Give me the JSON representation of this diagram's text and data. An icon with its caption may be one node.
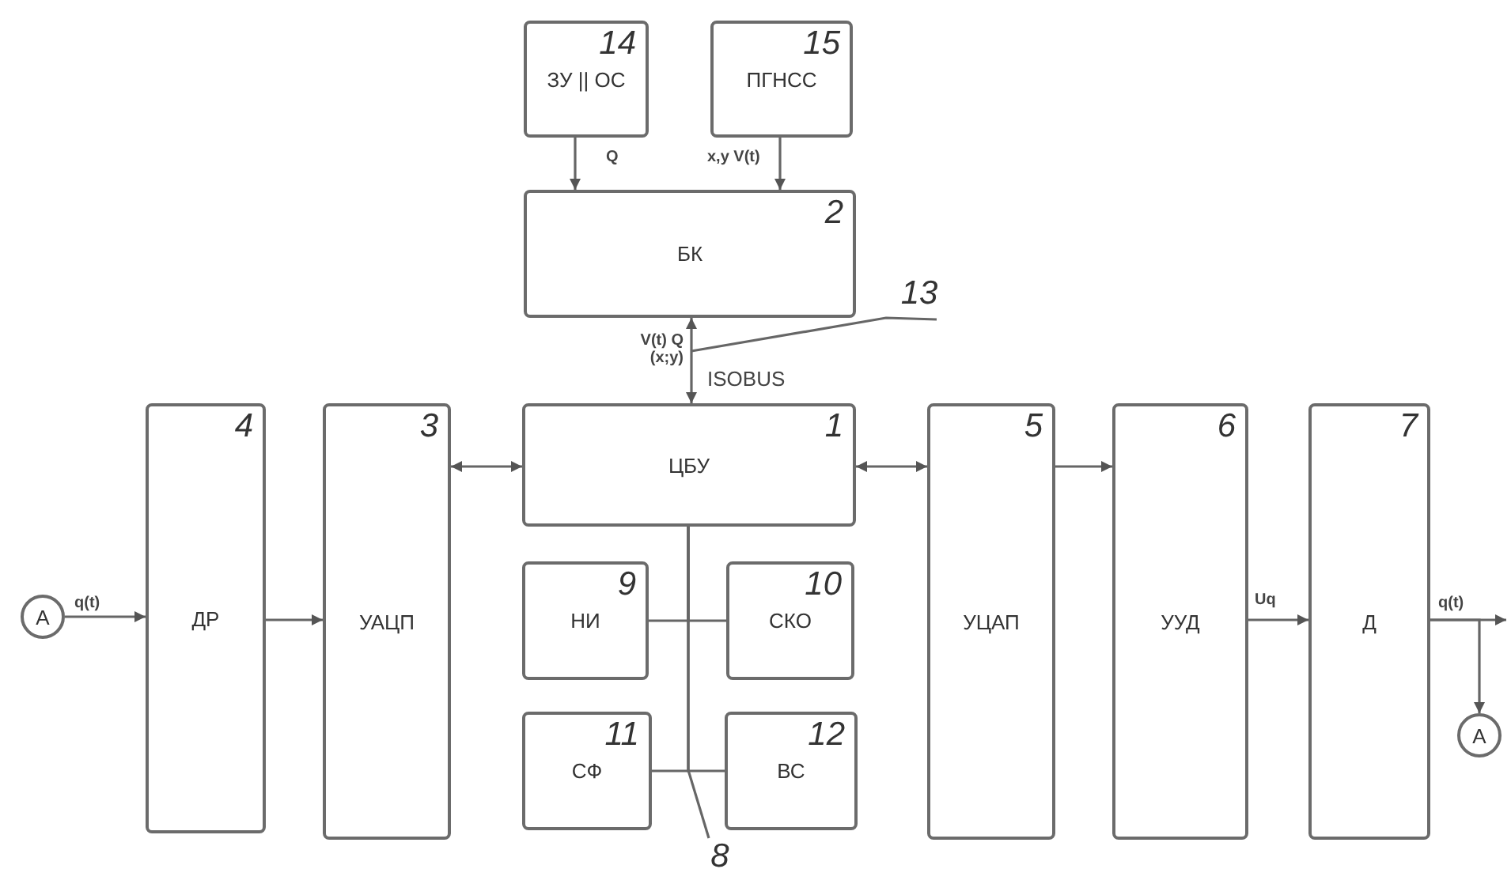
{
  "diagram": {
    "nodes": [
      {
        "text": [
          "14",
          "ЗУ || ОС"
        ]
      },
      {
        "text": [
          "15",
          "ПГНСС"
        ]
      },
      {
        "text": [
          "2",
          "БК"
        ]
      },
      {
        "text": [
          "A"
        ]
      },
      {
        "text": [
          "4",
          "ДР"
        ]
      },
      {
        "text": [
          "3",
          "УАЦП"
        ]
      },
      {
        "text": [
          "1",
          "ЦБУ"
        ]
      },
      {
        "text": [
          "5",
          "УЦАП"
        ]
      },
      {
        "text": [
          "6",
          "УУД"
        ]
      },
      {
        "text": [
          "7",
          "Д"
        ]
      },
      {
        "text": [
          "A"
        ]
      },
      {
        "text": [
          "9",
          "НИ"
        ]
      },
      {
        "text": [
          "10",
          "СКО"
        ]
      },
      {
        "text": [
          "11",
          "СФ"
        ]
      },
      {
        "text": [
          "12",
          "ВС"
        ]
      },
      {
        "text": [
          "13"
        ]
      },
      {
        "text": [
          "8"
        ]
      }
    ],
    "edges": [
      {
        "from": 0,
        "to": 2,
        "arrow": "to",
        "label": "Q"
      },
      {
        "from": 1,
        "to": 2,
        "arrow": "to",
        "label": "x,y V(t)"
      },
      {
        "from": 2,
        "to": 6,
        "arrow": "both",
        "label": "V(t) Q (x;y)"
      },
      {
        "from": 3,
        "to": 4,
        "arrow": "to",
        "label": "q(t)"
      },
      {
        "from": 4,
        "to": 5,
        "arrow": "to"
      },
      {
        "from": 5,
        "to": 6,
        "arrow": "both"
      },
      {
        "from": 6,
        "to": 7,
        "arrow": "both"
      },
      {
        "from": 7,
        "to": 8,
        "arrow": "to"
      },
      {
        "from": 8,
        "to": 9,
        "arrow": "to",
        "label": "Uq"
      },
      {
        "from": 9,
        "to": null,
        "arrow": "to",
        "label": "q(t)"
      },
      {
        "from": 9,
        "to": 10,
        "arrow": "to"
      },
      {
        "from": 6,
        "to": 11,
        "arrow": "none"
      },
      {
        "from": 6,
        "to": 12,
        "arrow": "none"
      },
      {
        "from": 6,
        "to": 13,
        "arrow": "none"
      },
      {
        "from": 6,
        "to": 14,
        "arrow": "none"
      },
      {
        "from": 15,
        "to": null,
        "arrow": "none"
      },
      {
        "from": 16,
        "to": null,
        "arrow": "none"
      }
    ],
    "labels": [
      "ISOBUS"
    ]
  }
}
